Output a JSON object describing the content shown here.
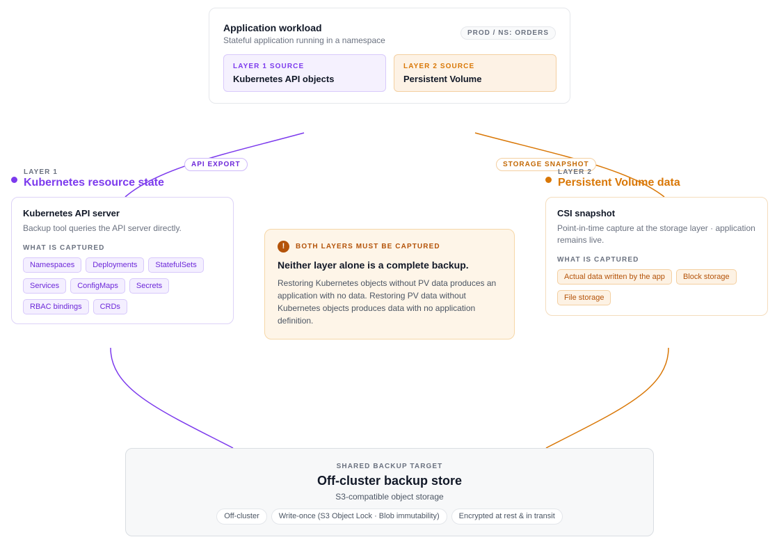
{
  "workload": {
    "title": "Application workload",
    "subtitle": "Stateful application running in a namespace",
    "namespace_pill": "PROD / NS: ORDERS",
    "sources": [
      {
        "eyebrow": "LAYER 1 SOURCE",
        "name": "Kubernetes API objects"
      },
      {
        "eyebrow": "LAYER 2 SOURCE",
        "name": "Persistent Volume"
      }
    ]
  },
  "connectors": {
    "api_label": "API EXPORT",
    "storage_label": "STORAGE SNAPSHOT"
  },
  "layer1": {
    "eyebrow": "LAYER 1",
    "heading": "Kubernetes resource state",
    "card_title": "Kubernetes API server",
    "card_desc": "Backup tool queries the API server directly.",
    "captured_label": "WHAT IS CAPTURED",
    "items": [
      "Namespaces",
      "Deployments",
      "StatefulSets",
      "Services",
      "ConfigMaps",
      "Secrets",
      "RBAC bindings",
      "CRDs"
    ]
  },
  "layer2": {
    "eyebrow": "LAYER 2",
    "heading": "Persistent Volume data",
    "card_title": "CSI snapshot",
    "card_desc": "Point-in-time capture at the storage layer · application remains live.",
    "captured_label": "WHAT IS CAPTURED",
    "items": [
      "Actual data written by the app",
      "Block storage",
      "File storage"
    ]
  },
  "warning": {
    "icon": "!",
    "eyebrow": "BOTH LAYERS MUST BE CAPTURED",
    "title": "Neither layer alone is a complete backup.",
    "body": "Restoring Kubernetes objects without PV data produces an application with no data. Restoring PV data without Kubernetes objects produces data with no application definition."
  },
  "target": {
    "eyebrow": "SHARED BACKUP TARGET",
    "title": "Off-cluster backup store",
    "subtitle": "S3-compatible object storage",
    "pills": [
      "Off-cluster",
      "Write-once (S3 Object Lock · Blob immutability)",
      "Encrypted at rest & in transit"
    ]
  },
  "colors": {
    "layer1_accent": "#7c3aed",
    "layer2_accent": "#d97706",
    "warning_accent": "#b45309"
  }
}
